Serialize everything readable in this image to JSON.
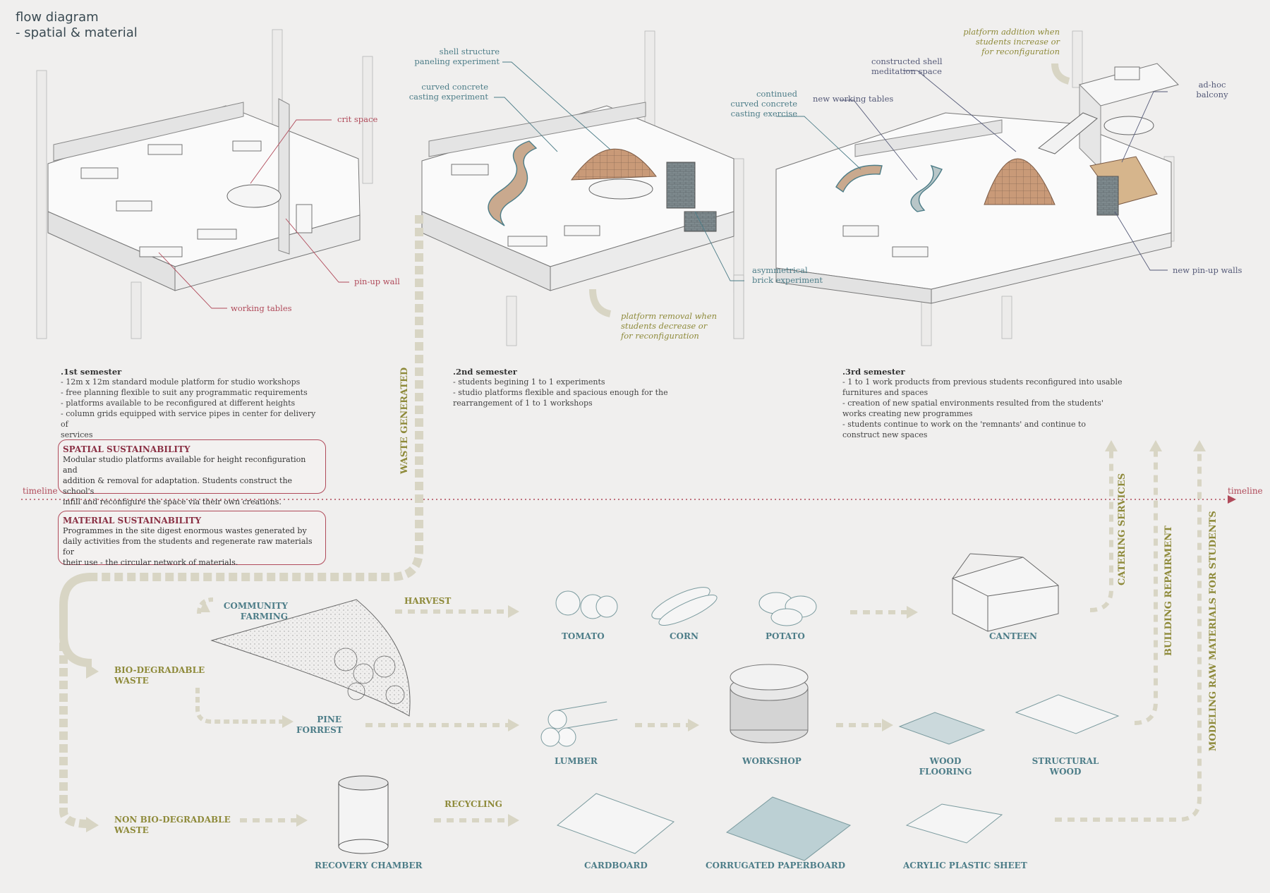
{
  "title": {
    "line1": "flow diagram",
    "line2": "- spatial & material"
  },
  "annotations": {
    "crit_space": "crit space",
    "pin_up_wall": "pin-up wall",
    "working_tables": "working tables",
    "shell_structure": [
      "shell structure",
      "paneling experiment"
    ],
    "curved_concrete": [
      "curved concrete",
      "casting experiment"
    ],
    "asymmetrical_brick": [
      "asymmetrical",
      "brick experiment"
    ],
    "platform_removal": [
      "platform removal when",
      "students decrease or",
      "for reconfiguration"
    ],
    "platform_addition": [
      "platform addition when",
      "students increase or",
      "for reconfiguration"
    ],
    "constructed_shell": [
      "constructed shell",
      "meditation space"
    ],
    "continued_concrete": [
      "continued",
      "curved concrete",
      "casting exercise"
    ],
    "new_working_tables": "new working tables",
    "ad_hoc_balcony": [
      "ad-hoc",
      "balcony"
    ],
    "new_pin_up_walls": "new pin-up walls"
  },
  "semesters": [
    {
      "head": ".1st semester",
      "lines": [
        "- 12m x 12m standard module platform for studio workshops",
        "- free planning flexible to suit any programmatic requirements",
        "- platforms available to be reconfigured at different heights",
        "- column grids equipped with service pipes in center for delivery of",
        "services"
      ]
    },
    {
      "head": ".2nd semester",
      "lines": [
        "- students begining 1 to 1 experiments",
        "-  studio  platforms  flexible  and  spacious  enough  for  the",
        "rearrangement of 1 to 1 workshops"
      ]
    },
    {
      "head": ".3rd semester",
      "lines": [
        "- 1 to 1 work products from previous students reconfigured into usable",
        "furnitures and spaces",
        "- creation of new spatial environments resulted from the students'",
        "works creating new programmes",
        "- students continue to work on the 'remnants' and continue to",
        "construct new spaces"
      ]
    }
  ],
  "spatial": {
    "head": "SPATIAL SUSTAINABILITY",
    "lines": [
      "Modular studio platforms available for height reconfiguration and",
      "addition & removal for adaptation. Students construct the school's",
      "infill and reconfigure the space via their own creations."
    ]
  },
  "material": {
    "head": "MATERIAL SUSTAINABILITY",
    "lines": [
      "Programmes in the site digest enormous wastes generated by",
      "daily activities from the students and regenerate raw materials for",
      "their use - the circular network of materials."
    ]
  },
  "timeline": {
    "left": "timeline",
    "right": "timeline"
  },
  "flow": {
    "waste_generated": "WASTE GENERATED",
    "bio": [
      "BIO-DEGRADABLE",
      "WASTE"
    ],
    "non_bio": [
      "NON BIO-DEGRADABLE",
      "WASTE"
    ],
    "community": [
      "COMMUNITY",
      "FARMING"
    ],
    "harvest": "HARVEST",
    "pine": [
      "PINE",
      "FORREST"
    ],
    "recycling": "RECYCLING",
    "tomato": "TOMATO",
    "corn": "CORN",
    "potato": "POTATO",
    "canteen": "CANTEEN",
    "lumber": "LUMBER",
    "workshop": "WORKSHOP",
    "wood_flooring": [
      "WOOD",
      "FLOORING"
    ],
    "structural_wood": [
      "STRUCTURAL",
      "WOOD"
    ],
    "recovery": "RECOVERY CHAMBER",
    "cardboard": "CARDBOARD",
    "corrugated": "CORRUGATED PAPERBOARD",
    "acrylic": "ACRYLIC PLASTIC SHEET",
    "catering": "CATERING SERVICES",
    "building_repair": "BUILDING REPAIRMENT",
    "modeling": "MODELING RAW MATERIALS FOR STUDENTS"
  },
  "colors": {
    "background": "#f0efee",
    "flow_path": "#d8d5c4",
    "red": "#b04a5a",
    "teal": "#4d7d88",
    "olive": "#8e8a3a"
  }
}
